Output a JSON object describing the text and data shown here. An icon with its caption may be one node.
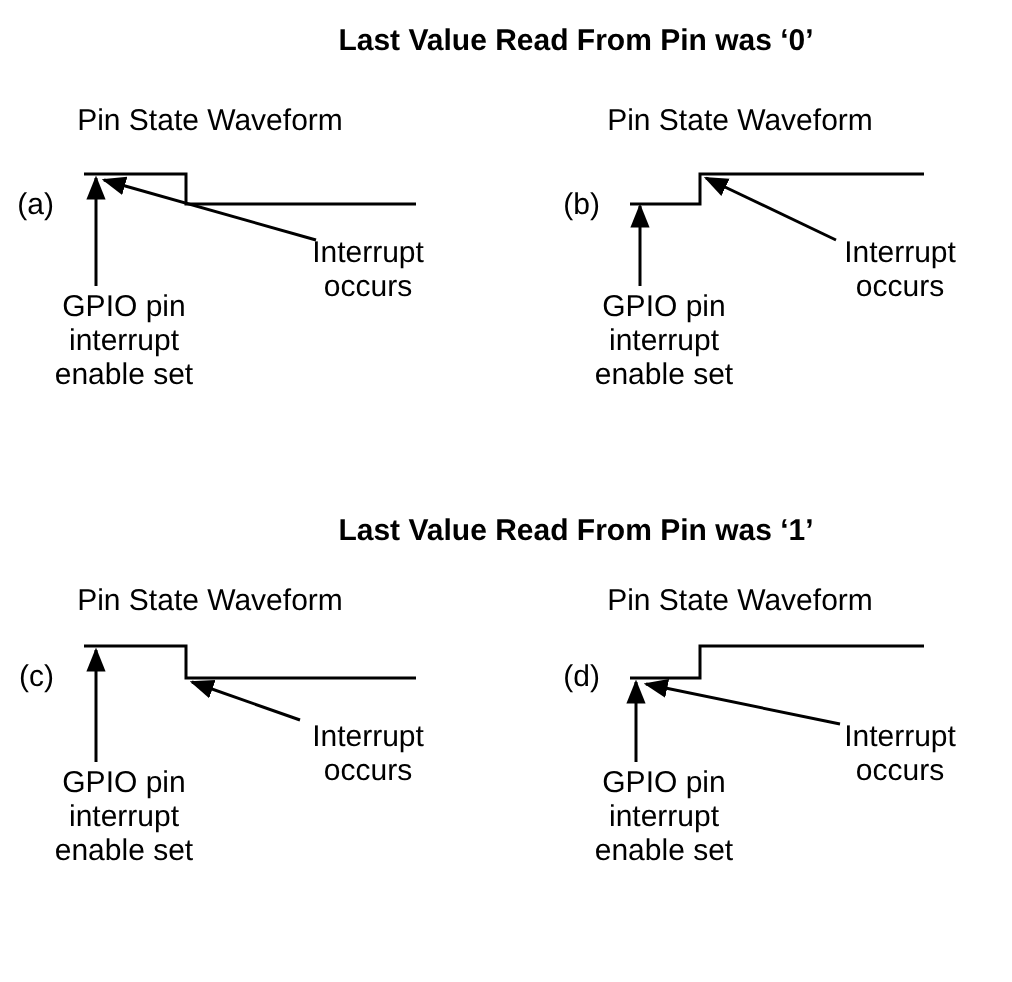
{
  "diagram": {
    "nodes": [
      {
        "text": [
          "GPIO pin interrupt enable set"
        ]
      },
      {
        "text": [
          "Interrupt occurs"
        ]
      },
      {
        "text": [
          "GPIO pin interrupt enable set"
        ]
      },
      {
        "text": [
          "Interrupt occurs"
        ]
      },
      {
        "text": [
          "GPIO pin interrupt enable set"
        ]
      },
      {
        "text": [
          "Interrupt occurs"
        ]
      },
      {
        "text": [
          "GPIO pin interrupt enable set"
        ]
      },
      {
        "text": [
          "Interrupt occurs"
        ]
      }
    ],
    "edges": [
      {
        "from": 0,
        "to": null,
        "arrow": "to"
      },
      {
        "from": 1,
        "to": null,
        "arrow": "to"
      },
      {
        "from": 2,
        "to": null,
        "arrow": "to"
      },
      {
        "from": 3,
        "to": null,
        "arrow": "to"
      },
      {
        "from": 4,
        "to": null,
        "arrow": "to"
      },
      {
        "from": 5,
        "to": null,
        "arrow": "to"
      },
      {
        "from": 6,
        "to": null,
        "arrow": "to"
      },
      {
        "from": 7,
        "to": null,
        "arrow": "to"
      }
    ],
    "labels": [
      "Last Value Read From Pin was ‘0’",
      "Pin State Waveform",
      "Pin State Waveform",
      "(a)",
      "(b)",
      "Last Value Read From Pin was ‘1’",
      "Pin State Waveform",
      "Pin State Waveform",
      "(c)",
      "(d)"
    ]
  }
}
